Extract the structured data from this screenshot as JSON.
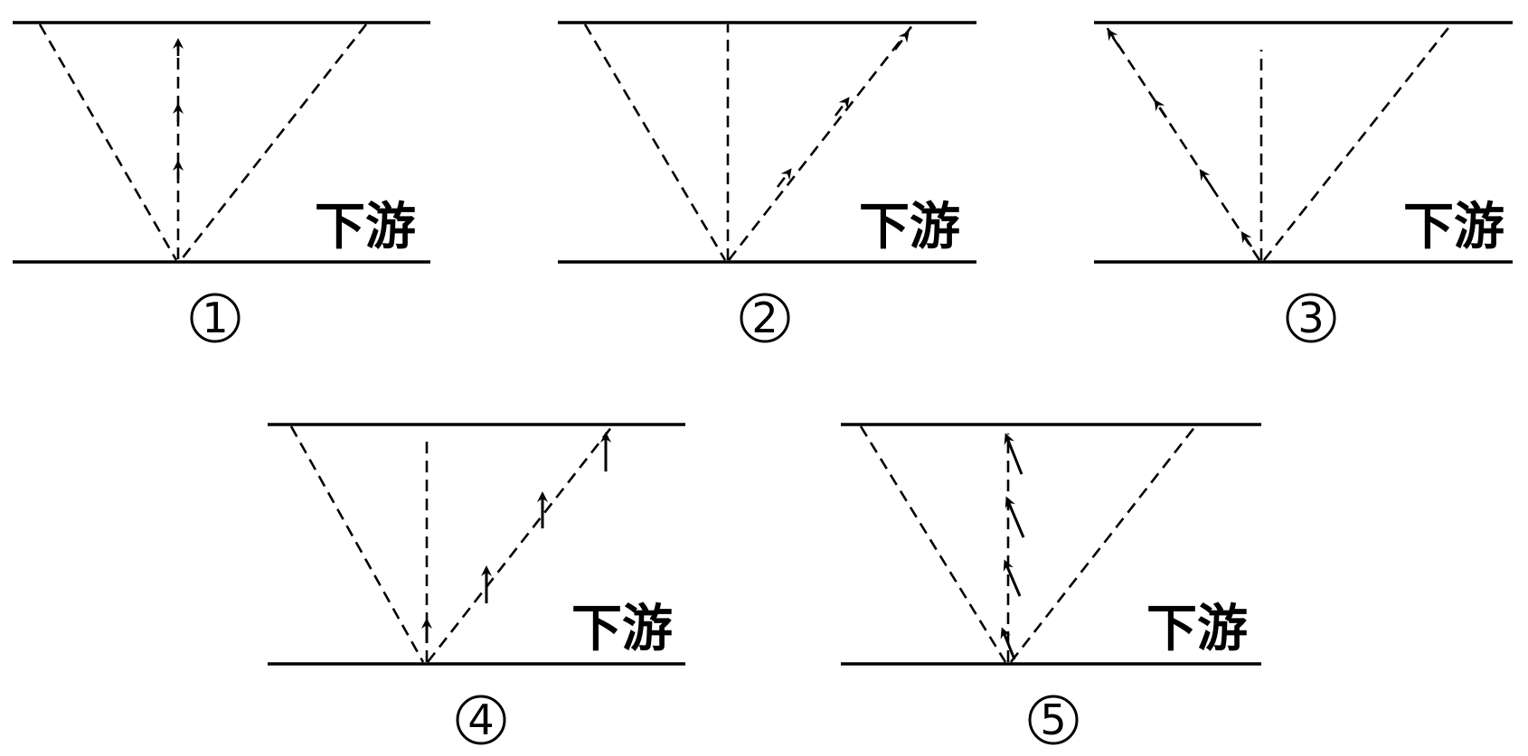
{
  "panels": [
    {
      "id": "1",
      "number_label": "①",
      "river_label": "下游",
      "path": "vertical"
    },
    {
      "id": "2",
      "number_label": "②",
      "river_label": "下游",
      "path": "right-diagonal"
    },
    {
      "id": "3",
      "number_label": "③",
      "river_label": "下游",
      "path": "left-diagonal"
    },
    {
      "id": "4",
      "number_label": "④",
      "river_label": "下游",
      "path": "right-diagonal-heading-up"
    },
    {
      "id": "5",
      "number_label": "⑤",
      "river_label": "下游",
      "path": "vertical-heading-upstream"
    }
  ],
  "colors": {
    "ink": "#000000",
    "background": "#ffffff"
  }
}
